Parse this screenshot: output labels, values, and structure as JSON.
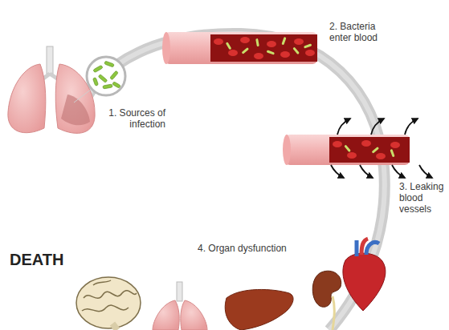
{
  "diagram": {
    "labels": [
      "1. Sources of infection",
      "2. Bacteria enter blood",
      "3. Leaking blood vessels",
      "4. Organ dysfunction",
      "DEATH"
    ]
  }
}
